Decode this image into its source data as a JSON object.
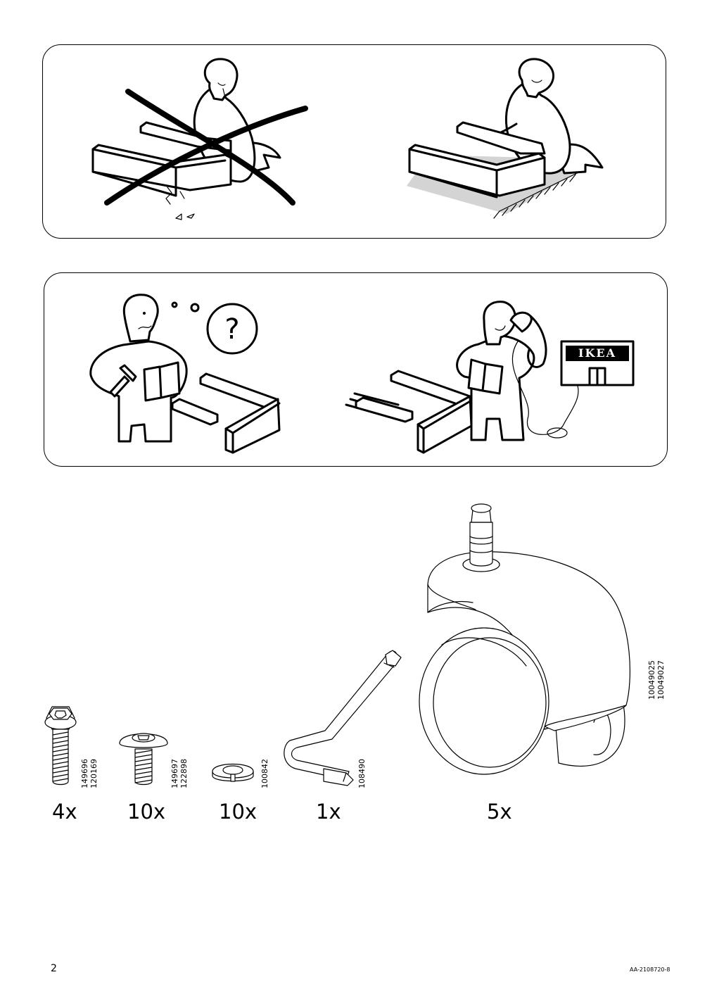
{
  "panels": {
    "care": {
      "left_scene": "wrong-hard-floor",
      "right_scene": "right-on-rug"
    },
    "help": {
      "left_scene": "confused-with-manual",
      "right_scene": "call-ikea"
    },
    "store_sign": "IKEA"
  },
  "parts": [
    {
      "name": "flange-bolt",
      "quantity": "4x",
      "article_numbers": [
        "149696",
        "120169"
      ]
    },
    {
      "name": "button-head-bolt",
      "quantity": "10x",
      "article_numbers": [
        "149697",
        "122898"
      ]
    },
    {
      "name": "spring-washer",
      "quantity": "10x",
      "article_numbers": [
        "100842"
      ]
    },
    {
      "name": "allen-key",
      "quantity": "1x",
      "article_numbers": [
        "108490"
      ]
    },
    {
      "name": "caster-wheel",
      "quantity": "5x",
      "article_numbers": [
        "10049025",
        "10049027"
      ]
    }
  ],
  "footer": {
    "page_number": "2",
    "document_id": "AA-2108720-8"
  }
}
